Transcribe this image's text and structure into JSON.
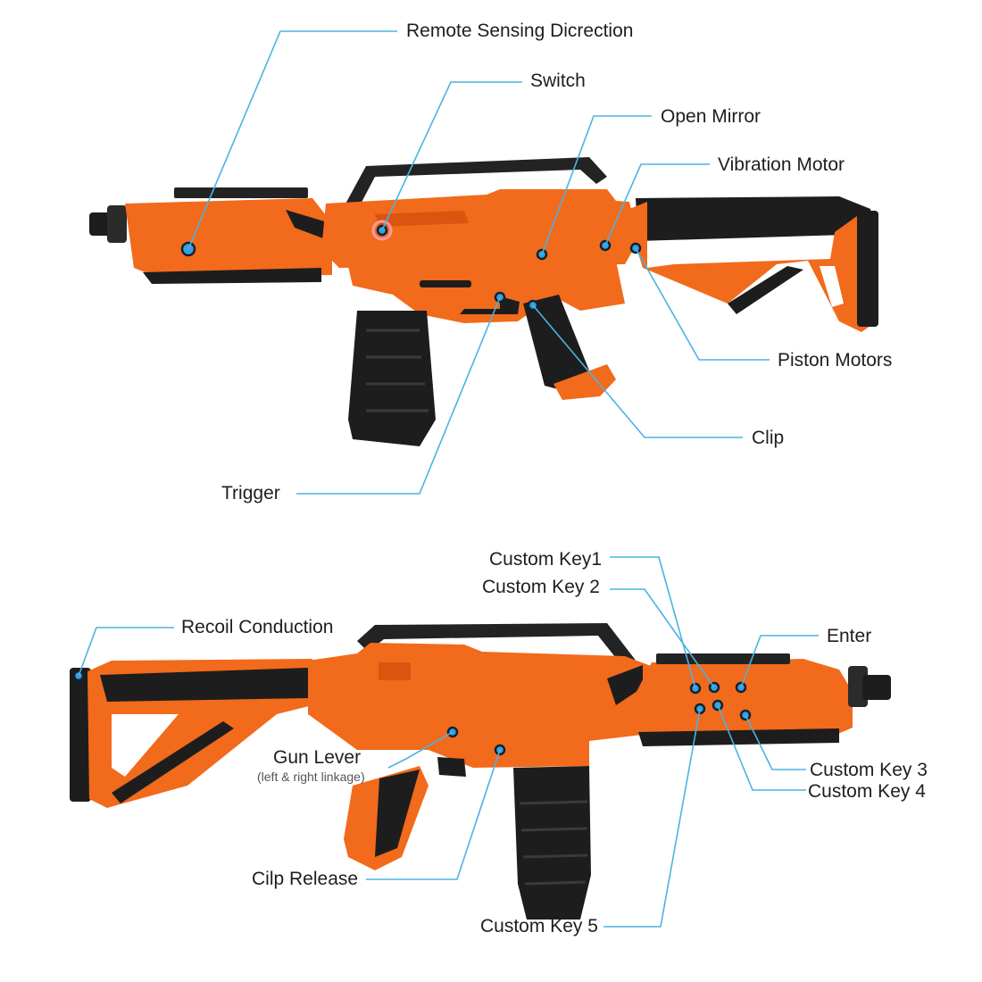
{
  "colors": {
    "body_orange": "#f26a1b",
    "body_orange_shade": "#d95510",
    "black_parts": "#1d1d1d",
    "leader_line": "#4ab3e2",
    "marker": "#3b9fdb"
  },
  "top_view": {
    "labels": {
      "remote_sensing": "Remote Sensing Dicrection",
      "switch": "Switch",
      "open_mirror": "Open Mirror",
      "vibration_motor": "Vibration Motor",
      "piston_motors": "Piston Motors",
      "clip": "Clip",
      "trigger": "Trigger"
    }
  },
  "bottom_view": {
    "labels": {
      "custom_key1": "Custom Key1",
      "custom_key2": "Custom Key 2",
      "enter": "Enter",
      "recoil_conduction": "Recoil Conduction",
      "gun_lever": "Gun Lever",
      "gun_lever_note": "(left & right linkage)",
      "custom_key3": "Custom Key 3",
      "custom_key4": "Custom Key 4",
      "cilp_release": "Cilp Release",
      "custom_key5": "Custom Key 5"
    }
  }
}
